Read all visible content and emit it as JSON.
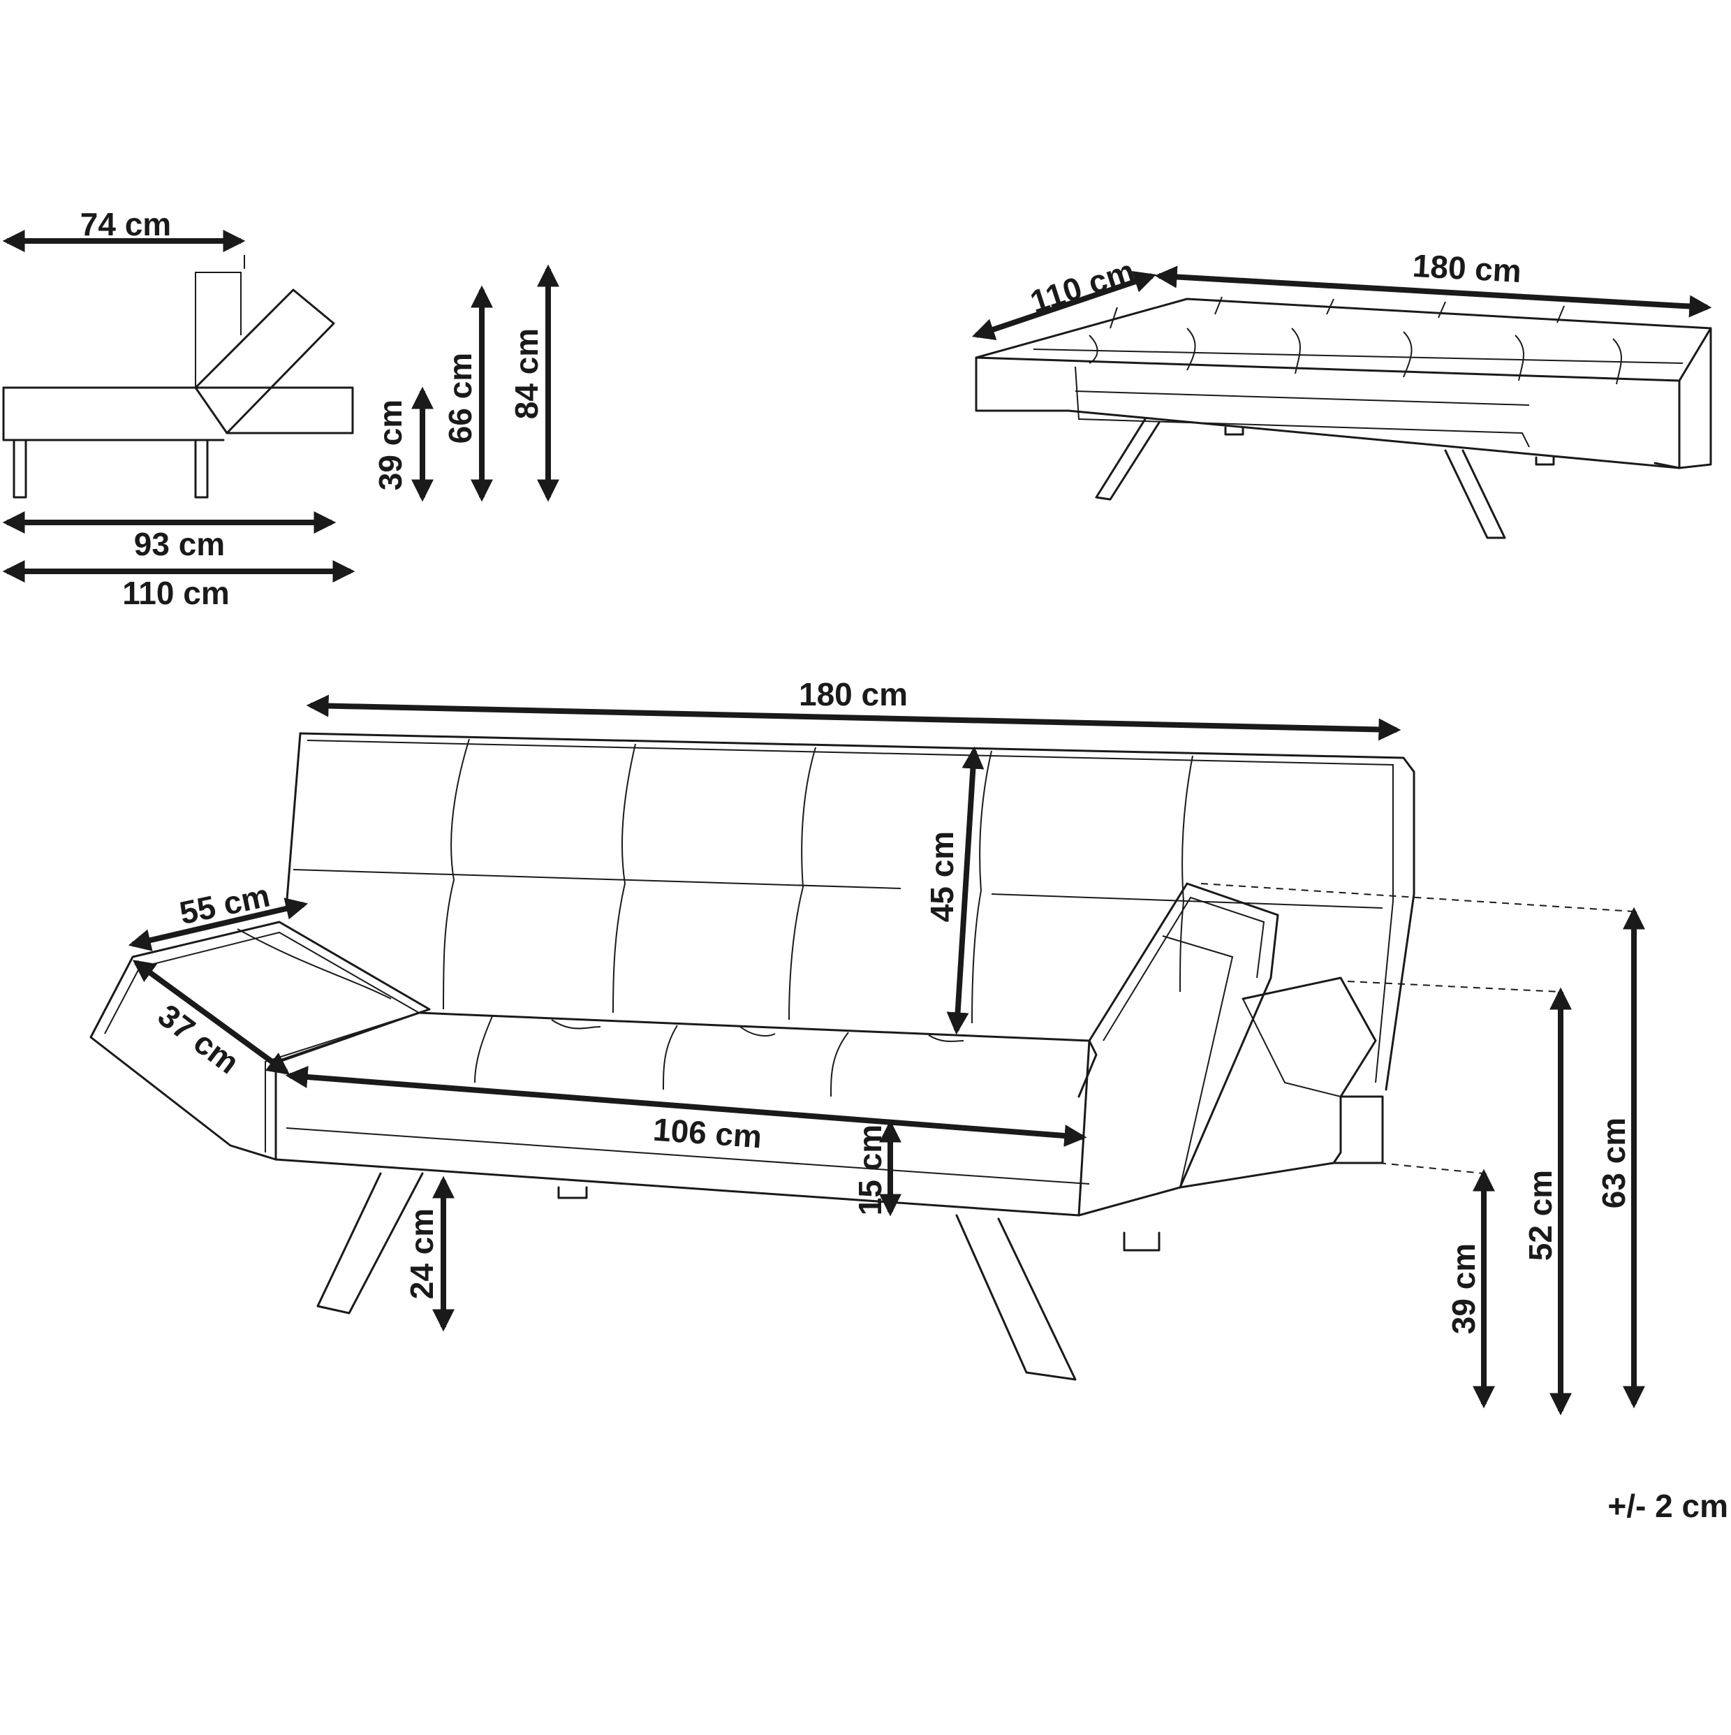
{
  "side_view": {
    "backrest_depth": "74 cm",
    "seat_depth": "93 cm",
    "total_depth": "110 cm",
    "seat_height": "39 cm",
    "back_height": "66 cm",
    "total_height": "84 cm"
  },
  "bed_view": {
    "depth": "110 cm",
    "length": "180 cm"
  },
  "front_view": {
    "width": "180 cm",
    "backrest_height": "45 cm",
    "armrest_length": "55 cm",
    "armrest_depth": "37 cm",
    "seat_width": "106 cm",
    "seat_thickness": "15 cm",
    "leg_height": "24 cm",
    "seat_height": "39 cm",
    "armrest_height": "52 cm",
    "total_height": "63 cm"
  },
  "tolerance": "+/- 2 cm"
}
